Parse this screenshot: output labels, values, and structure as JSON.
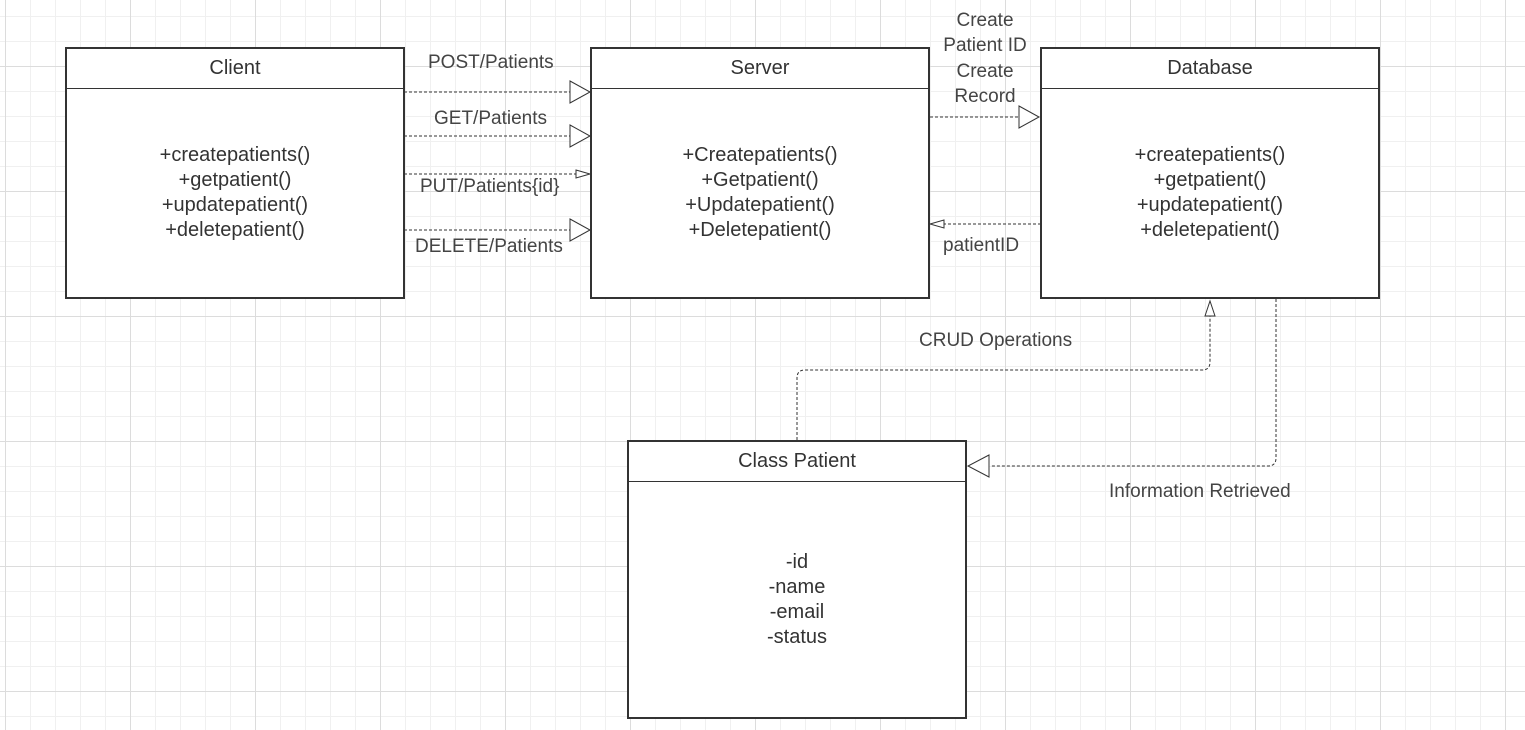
{
  "classes": {
    "client": {
      "name": "Client",
      "members": [
        "+createpatients()",
        "+getpatient()",
        "+updatepatient()",
        "+deletepatient()"
      ]
    },
    "server": {
      "name": "Server",
      "members": [
        "+Createpatients()",
        "+Getpatient()",
        "+Updatepatient()",
        "+Deletepatient()"
      ]
    },
    "database": {
      "name": "Database",
      "members": [
        "+createpatients()",
        "+getpatient()",
        "+updatepatient()",
        "+deletepatient()"
      ]
    },
    "patient": {
      "name": "Class Patient",
      "members": [
        "-id",
        "-name",
        "-email",
        "-status"
      ]
    }
  },
  "labels": {
    "post": "POST/Patients",
    "get": "GET/Patients",
    "put": "PUT/Patients{id}",
    "delete": "DELETE/Patients",
    "create_patient_id": "Create\nPatient ID",
    "create_record": "Create\nRecord",
    "patient_id": "patientID",
    "crud": "CRUD Operations",
    "info_retrieved": "Information Retrieved"
  },
  "colors": {
    "line": "#333333",
    "text": "#333333",
    "grid_major": "#dcdcdc",
    "grid_minor": "#f0f0f0"
  }
}
